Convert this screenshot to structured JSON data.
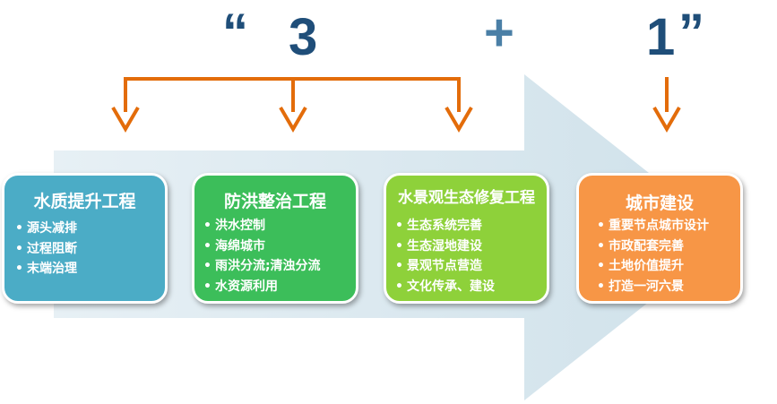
{
  "headline": {
    "open_quote": "“",
    "three": "3",
    "plus": "+",
    "one": "1",
    "close_quote": "”",
    "color_text": "#1f4e79",
    "color_plus": "#4a7fa6"
  },
  "colors": {
    "connector": "#e36c0a",
    "arrow_body": "#dce9f0",
    "arrow_body_edge": "#c7dde8"
  },
  "cards": [
    {
      "title": "水质提升工程",
      "color": "#4bacc6",
      "items": [
        "源头减排",
        "过程阻断",
        "末端治理"
      ]
    },
    {
      "title": "防洪整治工程",
      "color": "#3cbe5a",
      "items": [
        "洪水控制",
        "海绵城市",
        "雨洪分流;清浊分流",
        "水资源利用"
      ]
    },
    {
      "title": "水景观生态修复工程",
      "color": "#8ed13a",
      "items": [
        "生态系统完善",
        "生态湿地建设",
        "景观节点营造",
        "文化传承、建设"
      ]
    },
    {
      "title": "城市建设",
      "color": "#f79646",
      "items": [
        "重要节点城市设计",
        "市政配套完善",
        "土地价值提升",
        "打造一河六景"
      ]
    }
  ]
}
